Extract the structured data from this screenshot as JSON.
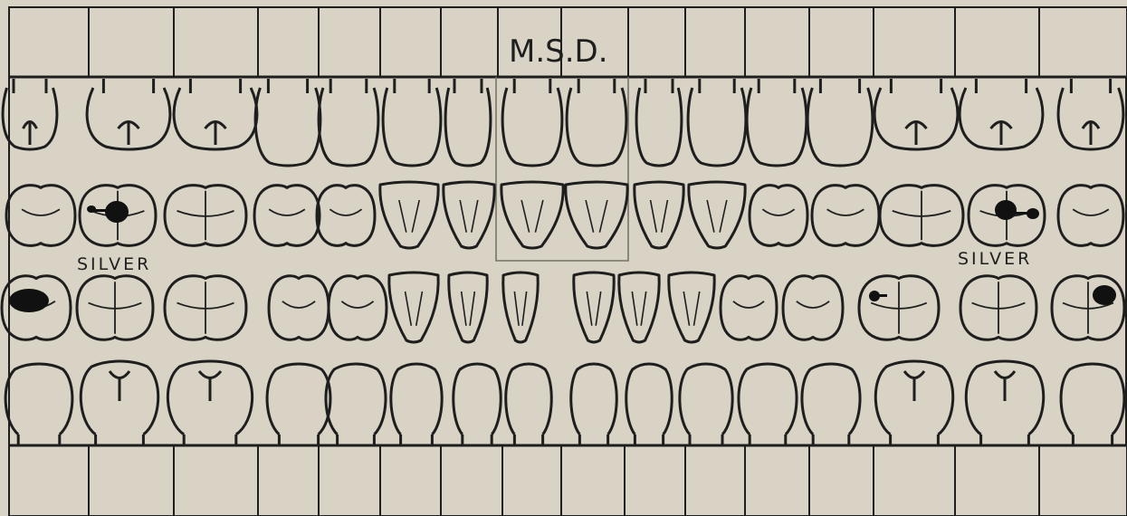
{
  "chart": {
    "annotation_top": "M.S.D.",
    "label_upper_left": "SILVER",
    "label_lower_right": "SILVER"
  },
  "colors": {
    "paper": "#d8d3c5",
    "ink": "#1e1e1e",
    "pencil": "#777266"
  },
  "teeth": {
    "upper_buccal_count": 16,
    "upper_occlusal_count": 16,
    "lower_occlusal_count": 16,
    "lower_buccal_count": 16
  },
  "markings": {
    "upper_left_fillings": 2,
    "upper_right_fillings": 2,
    "lower_left_fillings": 1,
    "lower_right_fillings": 2
  }
}
